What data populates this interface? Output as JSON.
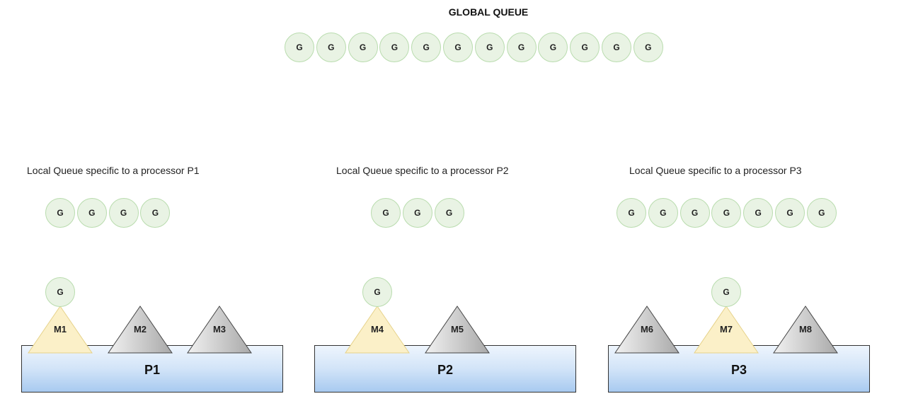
{
  "global_queue": {
    "title": "GLOBAL QUEUE",
    "goroutines": [
      "G",
      "G",
      "G",
      "G",
      "G",
      "G",
      "G",
      "G",
      "G",
      "G",
      "G",
      "G"
    ]
  },
  "processors": [
    {
      "label": "P1",
      "queue_label": "Local Queue specific to a processor P1",
      "local_queue": [
        "G",
        "G",
        "G",
        "G"
      ],
      "running_g": "G",
      "machines": [
        {
          "label": "M1",
          "active": true
        },
        {
          "label": "M2",
          "active": false
        },
        {
          "label": "M3",
          "active": false
        }
      ]
    },
    {
      "label": "P2",
      "queue_label": "Local Queue specific to a processor P2",
      "local_queue": [
        "G",
        "G",
        "G"
      ],
      "running_g": "G",
      "machines": [
        {
          "label": "M4",
          "active": true
        },
        {
          "label": "M5",
          "active": false
        }
      ]
    },
    {
      "label": "P3",
      "queue_label": "Local Queue specific to a processor P3",
      "local_queue": [
        "G",
        "G",
        "G",
        "G",
        "G",
        "G",
        "G"
      ],
      "running_g": "G",
      "machines": [
        {
          "label": "M6",
          "active": false
        },
        {
          "label": "M7",
          "active": true
        },
        {
          "label": "M8",
          "active": false
        }
      ]
    }
  ],
  "colors": {
    "goroutine_fill": "#e9f3e4",
    "goroutine_border": "#b9dcae",
    "active_machine": "#fbf0c8",
    "idle_machine": "#c7c7c7",
    "processor": "#c8ddf5"
  }
}
